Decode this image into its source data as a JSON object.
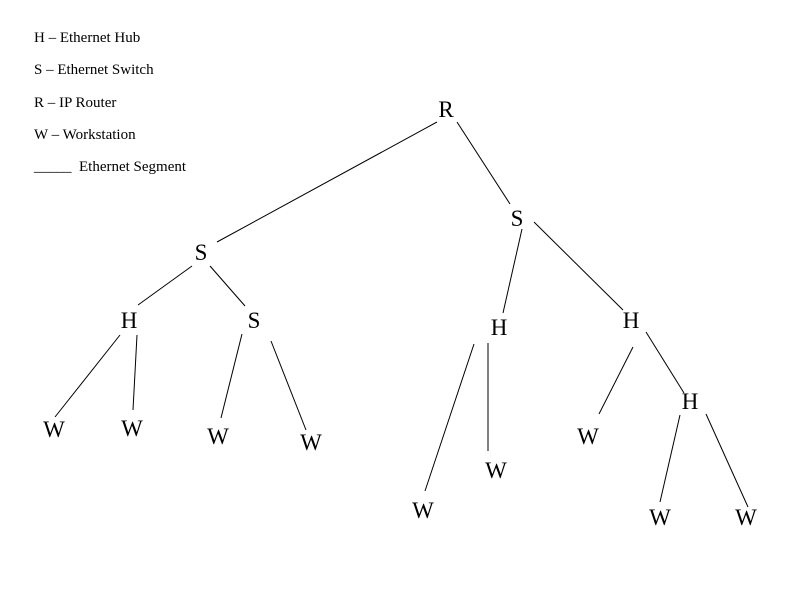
{
  "legend": {
    "items": [
      {
        "key": "H",
        "text": "H – Ethernet Hub"
      },
      {
        "key": "S",
        "text": "S – Ethernet Switch"
      },
      {
        "key": "R",
        "text": "R – IP Router"
      },
      {
        "key": "W",
        "text": "W – Workstation"
      },
      {
        "key": "segment",
        "text": "_____  Ethernet Segment"
      }
    ]
  },
  "nodes": [
    {
      "id": "r",
      "label": "R"
    },
    {
      "id": "s-left",
      "label": "S"
    },
    {
      "id": "s-right",
      "label": "S"
    },
    {
      "id": "h-left",
      "label": "H"
    },
    {
      "id": "s-left-child",
      "label": "S"
    },
    {
      "id": "h-mid",
      "label": "H"
    },
    {
      "id": "h-right",
      "label": "H"
    },
    {
      "id": "h-right-child",
      "label": "H"
    },
    {
      "id": "w1",
      "label": "W"
    },
    {
      "id": "w2",
      "label": "W"
    },
    {
      "id": "w3",
      "label": "W"
    },
    {
      "id": "w4",
      "label": "W"
    },
    {
      "id": "w5",
      "label": "W"
    },
    {
      "id": "w6",
      "label": "W"
    },
    {
      "id": "w7",
      "label": "W"
    },
    {
      "id": "w8",
      "label": "W"
    },
    {
      "id": "w9",
      "label": "W"
    }
  ]
}
